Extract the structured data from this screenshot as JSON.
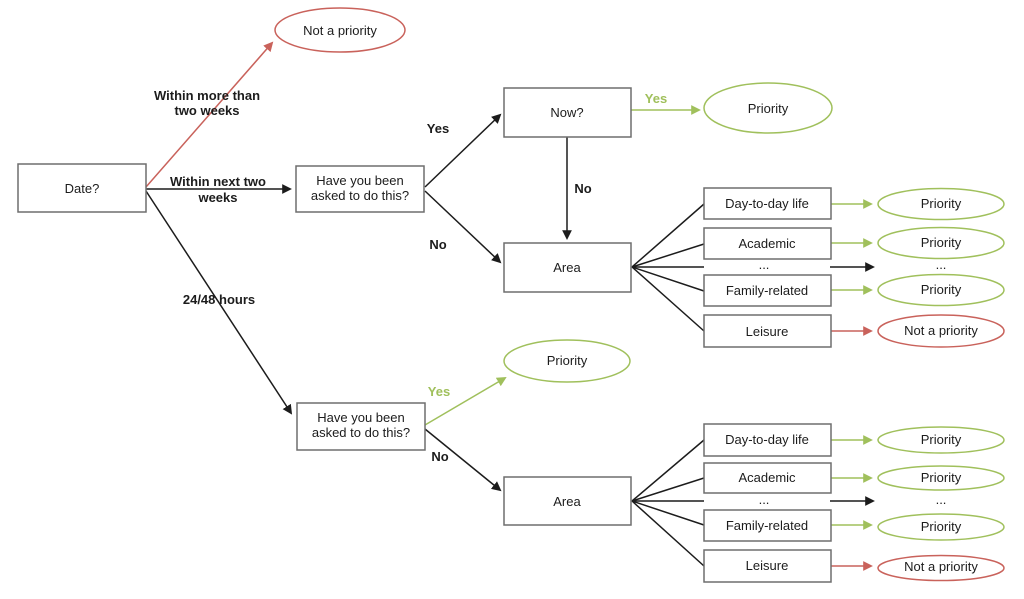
{
  "colors": {
    "green": "#a0c05c",
    "red": "#c9625b",
    "box_border": "#6e6e6e",
    "text": "#1c1c1c",
    "background": "#ffffff"
  },
  "nodes": {
    "date": "Date?",
    "asked": [
      "Have you been",
      "asked to do this?"
    ],
    "now": "Now?",
    "area": "Area",
    "categories": [
      "Day-to-day life",
      "Academic",
      "...",
      "Family-related",
      "Leisure"
    ]
  },
  "outcomes": {
    "priority": "Priority",
    "not_priority": "Not a priority",
    "dots": "..."
  },
  "edge_labels": {
    "within_more": [
      "Within more than",
      "two weeks"
    ],
    "within_next": [
      "Within next two",
      "weeks"
    ],
    "hours": "24/48 hours",
    "yes": "Yes",
    "no": "No"
  }
}
